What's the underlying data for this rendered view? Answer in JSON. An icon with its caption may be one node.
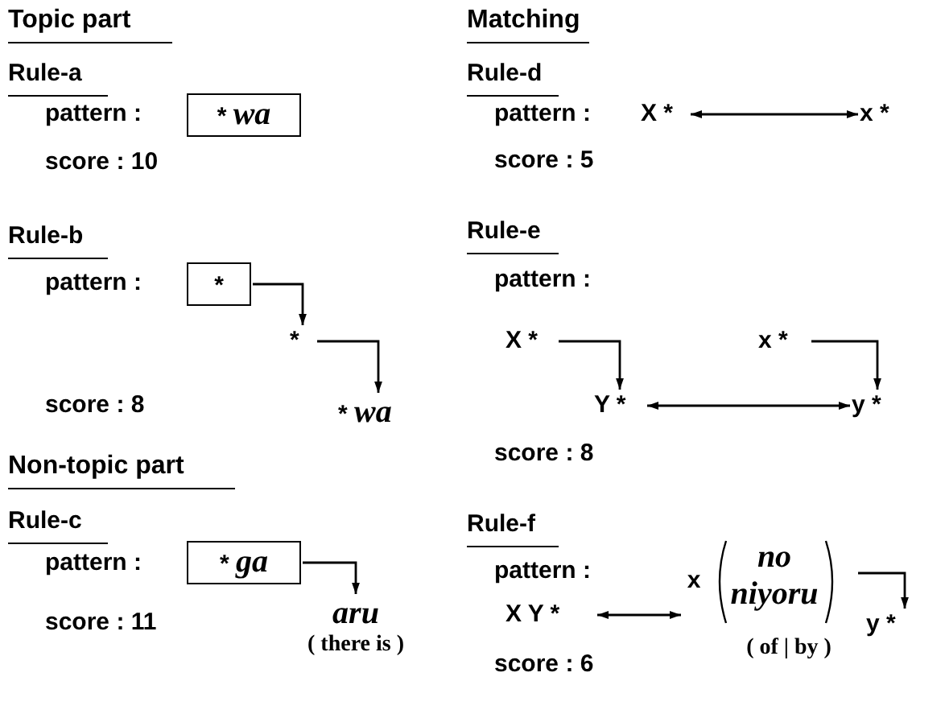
{
  "diagram": {
    "nodes": [
      {
        "text": [
          "* wa"
        ]
      },
      {
        "text": [
          "*"
        ]
      },
      {
        "text": [
          "*"
        ]
      },
      {
        "text": [
          "* wa"
        ]
      },
      {
        "text": [
          "* ga"
        ]
      },
      {
        "text": [
          "aru",
          "( there is )"
        ]
      },
      {
        "text": [
          "X *"
        ]
      },
      {
        "text": [
          "x *"
        ]
      },
      {
        "text": [
          "X *"
        ]
      },
      {
        "text": [
          "Y *"
        ]
      },
      {
        "text": [
          "x *"
        ]
      },
      {
        "text": [
          "y *"
        ]
      },
      {
        "text": [
          "X Y *"
        ]
      },
      {
        "text": [
          "x",
          "no",
          "niyoru",
          "( of | by )"
        ]
      },
      {
        "text": [
          "y *"
        ]
      }
    ],
    "edges": [
      {
        "from": 1,
        "to": 2,
        "arrow": "to"
      },
      {
        "from": 2,
        "to": 3,
        "arrow": "to"
      },
      {
        "from": 4,
        "to": 5,
        "arrow": "to"
      },
      {
        "from": 6,
        "to": 7,
        "arrow": "both"
      },
      {
        "from": 8,
        "to": 9,
        "arrow": "to"
      },
      {
        "from": 10,
        "to": 11,
        "arrow": "to"
      },
      {
        "from": 9,
        "to": 11,
        "arrow": "both"
      },
      {
        "from": 12,
        "to": 13,
        "arrow": "both"
      },
      {
        "from": 13,
        "to": 14,
        "arrow": "to"
      }
    ],
    "labels": [
      "Topic part",
      "Rule-a",
      "pattern :",
      "score : 10",
      "Rule-b",
      "pattern :",
      "score : 8",
      "Non-topic part",
      "Rule-c",
      "pattern :",
      "score : 11",
      "Matching",
      "Rule-d",
      "pattern :",
      "score : 5",
      "Rule-e",
      "pattern :",
      "score : 8",
      "Rule-f",
      "pattern :",
      "score : 6"
    ]
  }
}
